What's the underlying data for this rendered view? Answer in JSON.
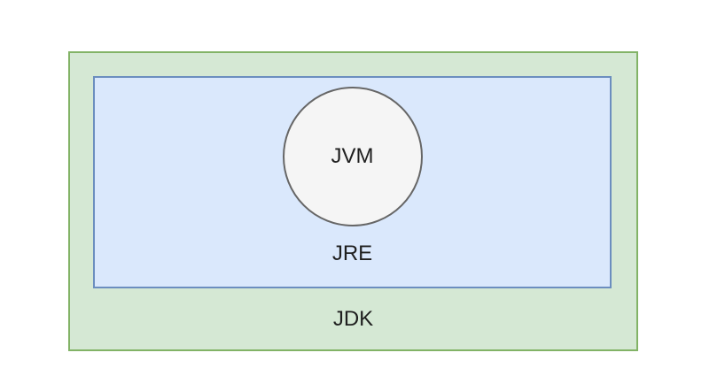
{
  "diagram": {
    "type": "nested-containment",
    "description": "Java platform architecture: JDK contains JRE, JRE contains JVM",
    "background_color": "#ffffff",
    "nodes": [
      {
        "id": "jdk",
        "label": "JDK",
        "shape": "rectangle",
        "fill": "#d5e8d4",
        "border_color": "#82b366",
        "contains": [
          "jre"
        ]
      },
      {
        "id": "jre",
        "label": "JRE",
        "shape": "rectangle",
        "fill": "#dae8fc",
        "border_color": "#6c8ebf",
        "contains": [
          "jvm"
        ]
      },
      {
        "id": "jvm",
        "label": "JVM",
        "shape": "circle",
        "fill": "#f5f5f5",
        "border_color": "#666666",
        "contains": []
      }
    ]
  }
}
